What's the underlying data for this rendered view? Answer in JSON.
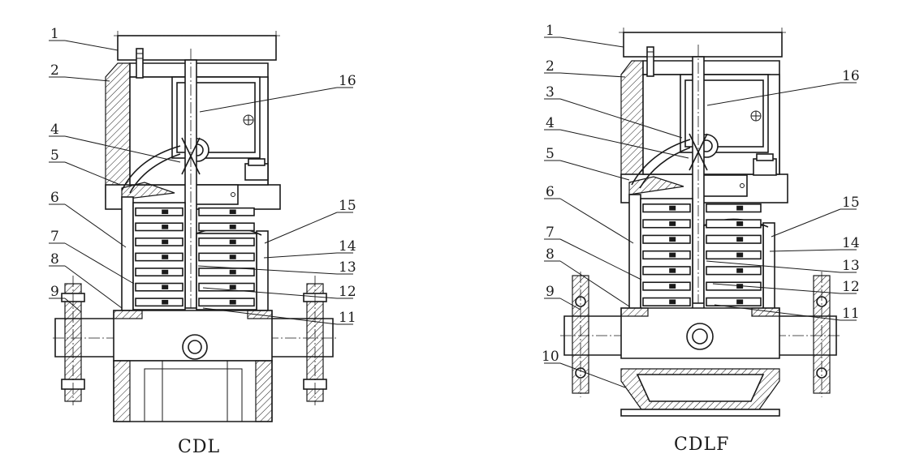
{
  "figures": [
    {
      "caption": "CDL",
      "labels_left": [
        "1",
        "2",
        "4",
        "5",
        "6",
        "7",
        "8",
        "9"
      ],
      "labels_right": [
        "16",
        "15",
        "14",
        "13",
        "12",
        "11"
      ]
    },
    {
      "caption": "CDLF",
      "labels_left": [
        "1",
        "2",
        "3",
        "4",
        "5",
        "6",
        "7",
        "8",
        "9",
        "10"
      ],
      "labels_right": [
        "16",
        "15",
        "14",
        "13",
        "12",
        "11"
      ]
    }
  ]
}
